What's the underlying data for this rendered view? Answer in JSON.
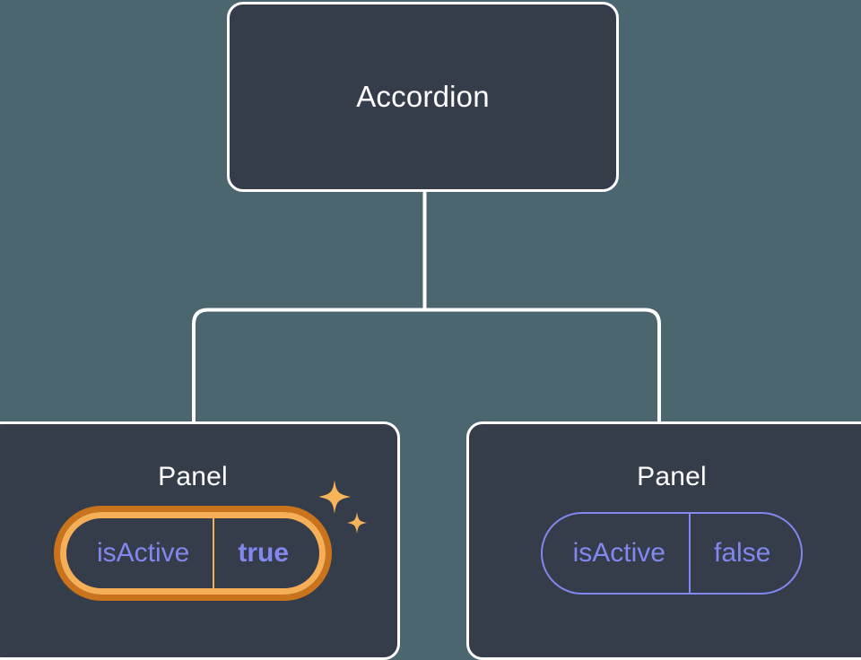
{
  "theme": {
    "background": "#4c6670",
    "card_fill": "#353c4a",
    "card_border": "#ffffff",
    "connector": "#ffffff",
    "prop_text": "#8188ef",
    "prop_border": "#8188ef",
    "highlight_inner_ring": "#f6af57",
    "highlight_outer_ring": "#c9741c",
    "sparkle": "#f8b45b",
    "title_text": "#ffffff"
  },
  "tree": {
    "root": {
      "title": "Accordion"
    },
    "children": [
      {
        "title": "Panel",
        "highlighted": true,
        "prop": {
          "name": "isActive",
          "value": "true"
        },
        "sparkle_icons": [
          "sparkle-large-icon",
          "sparkle-small-icon"
        ]
      },
      {
        "title": "Panel",
        "highlighted": false,
        "prop": {
          "name": "isActive",
          "value": "false"
        }
      }
    ]
  }
}
